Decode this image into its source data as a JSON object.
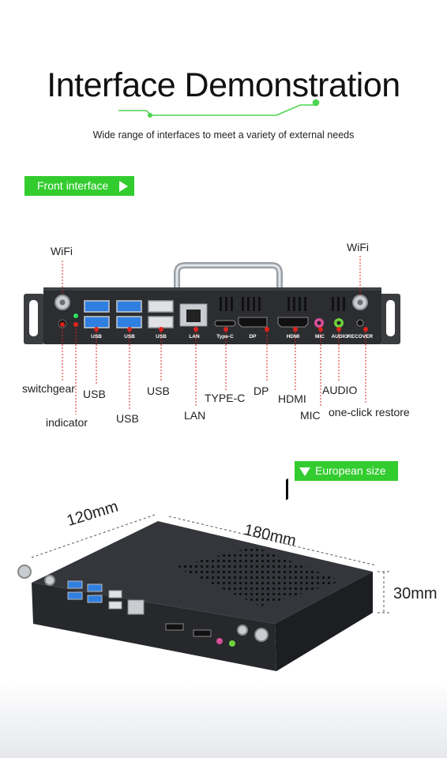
{
  "header": {
    "title": "Interface Demonstration",
    "subtitle": "Wide range of interfaces to meet a variety of external needs"
  },
  "sections": {
    "front": "Front interface",
    "european": "European size"
  },
  "panel_labels": {
    "usb": "USB",
    "lan": "LAN",
    "typec": "Type-C",
    "dp": "DP",
    "hdmi": "HDMI",
    "mic": "MIC",
    "audio": "AUDIO",
    "recover": "RECOVER"
  },
  "callouts": {
    "wifi_left": "WiFi",
    "wifi_right": "WiFi",
    "switchgear": "switchgear",
    "indicator": "indicator",
    "usb1": "USB",
    "usb2": "USB",
    "usb3": "USB",
    "lan": "LAN",
    "typec": "TYPE-C",
    "dp": "DP",
    "hdmi": "HDMI",
    "mic": "MIC",
    "audio": "AUDIO",
    "restore": "one-click restore"
  },
  "dimensions": {
    "width": "120mm",
    "length": "180mm",
    "height": "30mm"
  },
  "colors": {
    "accent": "#33cc2f",
    "callout": "#e0231b",
    "chassis": "#2b2d31"
  }
}
